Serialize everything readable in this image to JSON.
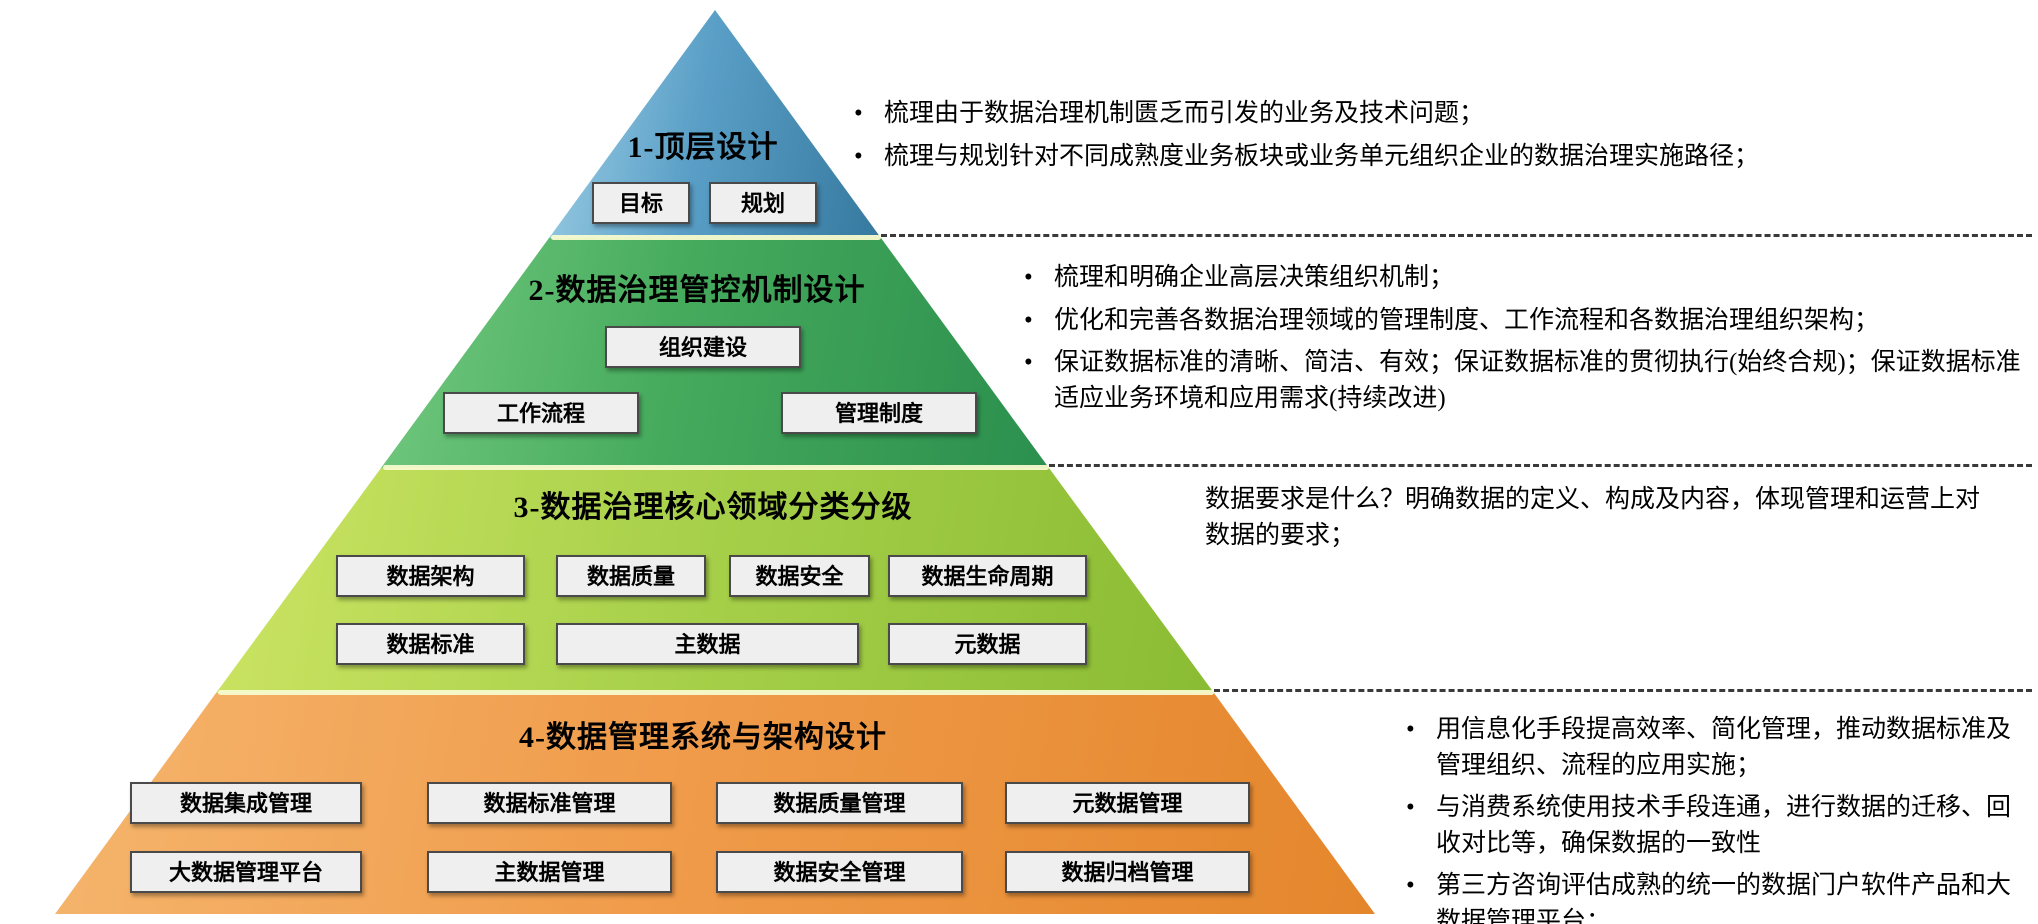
{
  "levels": [
    {
      "title": "1-顶层设计",
      "color": "#4f98c2",
      "boxes": [
        "目标",
        "规划"
      ],
      "bullets": [
        "梳理由于数据治理机制匮乏而引发的业务及技术问题；",
        "梳理与规划针对不同成熟度业务板块或业务单元组织企业的数据治理实施路径；"
      ]
    },
    {
      "title": "2-数据治理管控机制设计",
      "color": "#45aa5c",
      "boxes": [
        "组织建设",
        "工作流程",
        "管理制度"
      ],
      "bullets": [
        "梳理和明确企业高层决策组织机制；",
        "优化和完善各数据治理领域的管理制度、工作流程和各数据治理组织架构；",
        "保证数据标准的清晰、简洁、有效；保证数据标准的贯彻执行(始终合规)；保证数据标准适应业务环境和应用需求(持续改进)"
      ]
    },
    {
      "title": "3-数据治理核心领域分类分级",
      "color": "#a9d14b",
      "boxes": [
        "数据架构",
        "数据质量",
        "数据安全",
        "数据生命周期",
        "数据标准",
        "主数据",
        "元数据"
      ],
      "note": "数据要求是什么？明确数据的定义、构成及内容，体现管理和运营上对数据的要求；"
    },
    {
      "title": "4-数据管理系统与架构设计",
      "color": "#f09c4b",
      "boxes": [
        "数据集成管理",
        "数据标准管理",
        "数据质量管理",
        "元数据管理",
        "大数据管理平台",
        "主数据管理",
        "数据安全管理",
        "数据归档管理"
      ],
      "bullets": [
        "用信息化手段提高效率、简化管理，推动数据标准及管理组织、流程的应用实施；",
        "与消费系统使用技术手段连通，进行数据的迁移、回收对比等，确保数据的一致性",
        "第三方咨询评估成熟的统一的数据门户软件产品和大数据管理平台；"
      ]
    }
  ]
}
